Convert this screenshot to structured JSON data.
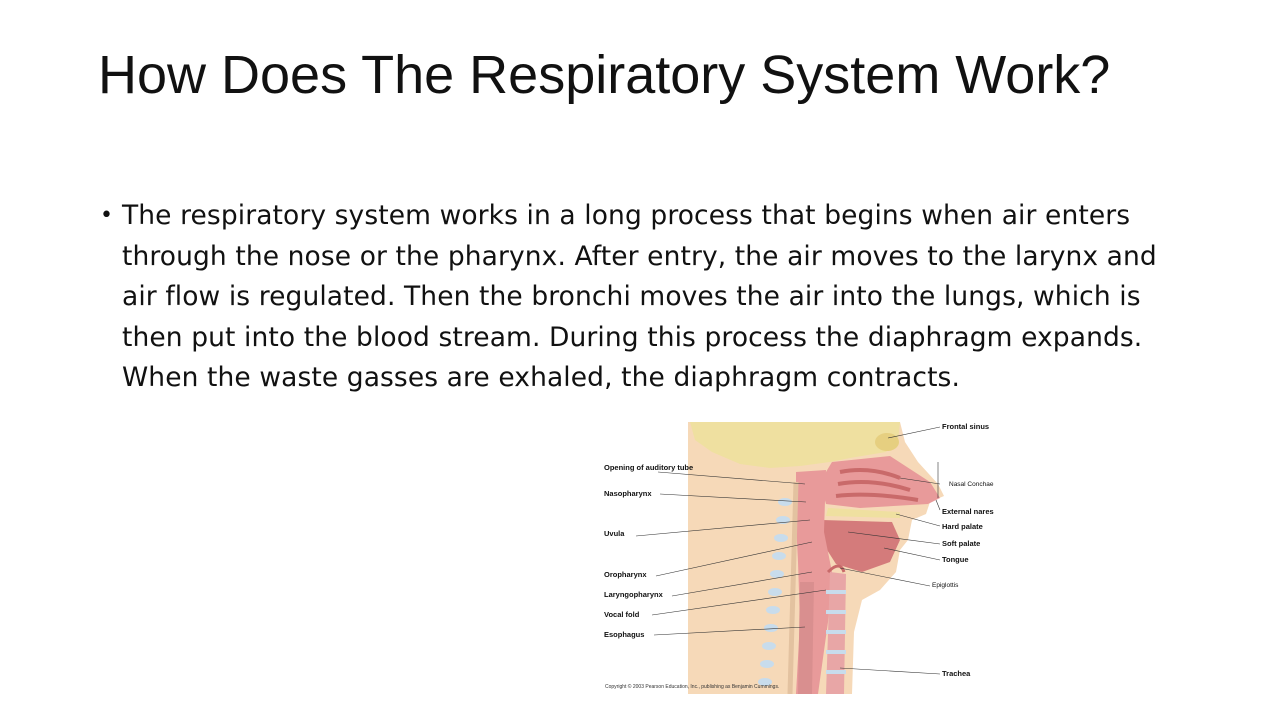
{
  "slide": {
    "title": "How Does The Respiratory System Work?",
    "bullets": [
      "The respiratory system works in a long process that begins when air enters through the nose or the pharynx. After entry, the air moves to the larynx and air flow is regulated. Then the bronchi moves the air into the lungs, which is then put into the blood stream. During this process the diaphragm expands. When the waste gasses are exhaled, the diaphragm contracts."
    ]
  },
  "figure": {
    "labels_left": {
      "opening_auditory_tube": "Opening of auditory tube",
      "nasopharynx": "Nasopharynx",
      "uvula": "Uvula",
      "oropharynx": "Oropharynx",
      "laryngopharynx": "Laryngopharynx",
      "vocal_fold": "Vocal fold",
      "esophagus": "Esophagus"
    },
    "labels_right": {
      "frontal_sinus": "Frontal sinus",
      "nasal_conchae": "Nasal Conchae",
      "external_nares": "External nares",
      "hard_palate": "Hard palate",
      "soft_palate": "Soft palate",
      "tongue": "Tongue",
      "epiglottis": "Epiglottis",
      "trachea": "Trachea"
    },
    "copyright": "Copyright © 2003 Pearson Education, Inc., publishing as Benjamin Cummings.",
    "colors": {
      "skin": "#f6d9b8",
      "bone": "#efe0a0",
      "tissue": "#e89a9a",
      "tissue_dark": "#c96a6a",
      "cartilage": "#c8dcec"
    }
  }
}
